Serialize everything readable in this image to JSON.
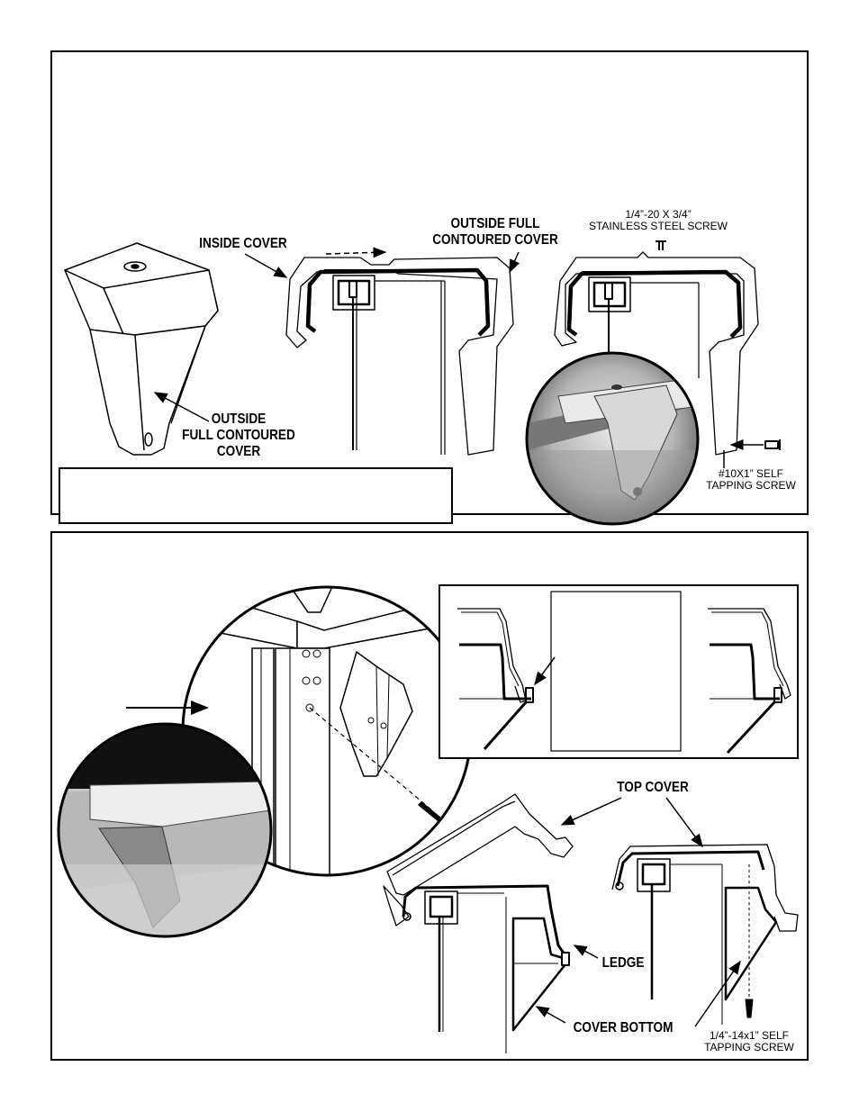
{
  "top_panel": {
    "labels": {
      "inside_cover": "INSIDE COVER",
      "outside_full_contoured_cover_top": "OUTSIDE FULL\nCONTOURED COVER",
      "outside_full_contoured_cover_left": "OUTSIDE\nFULL CONTOURED\nCOVER",
      "stainless_screw": "1/4”-20 X 3/4”\nSTAINLESS STEEL SCREW",
      "self_tapping_screw": "#10X1” SELF\nTAPPING SCREW"
    }
  },
  "bottom_panel": {
    "labels": {
      "top_cover": "TOP COVER",
      "ledge": "LEDGE",
      "cover_bottom": "COVER BOTTOM",
      "self_tapping_screw": "1/4”-14x1” SELF\nTAPPING SCREW"
    }
  }
}
